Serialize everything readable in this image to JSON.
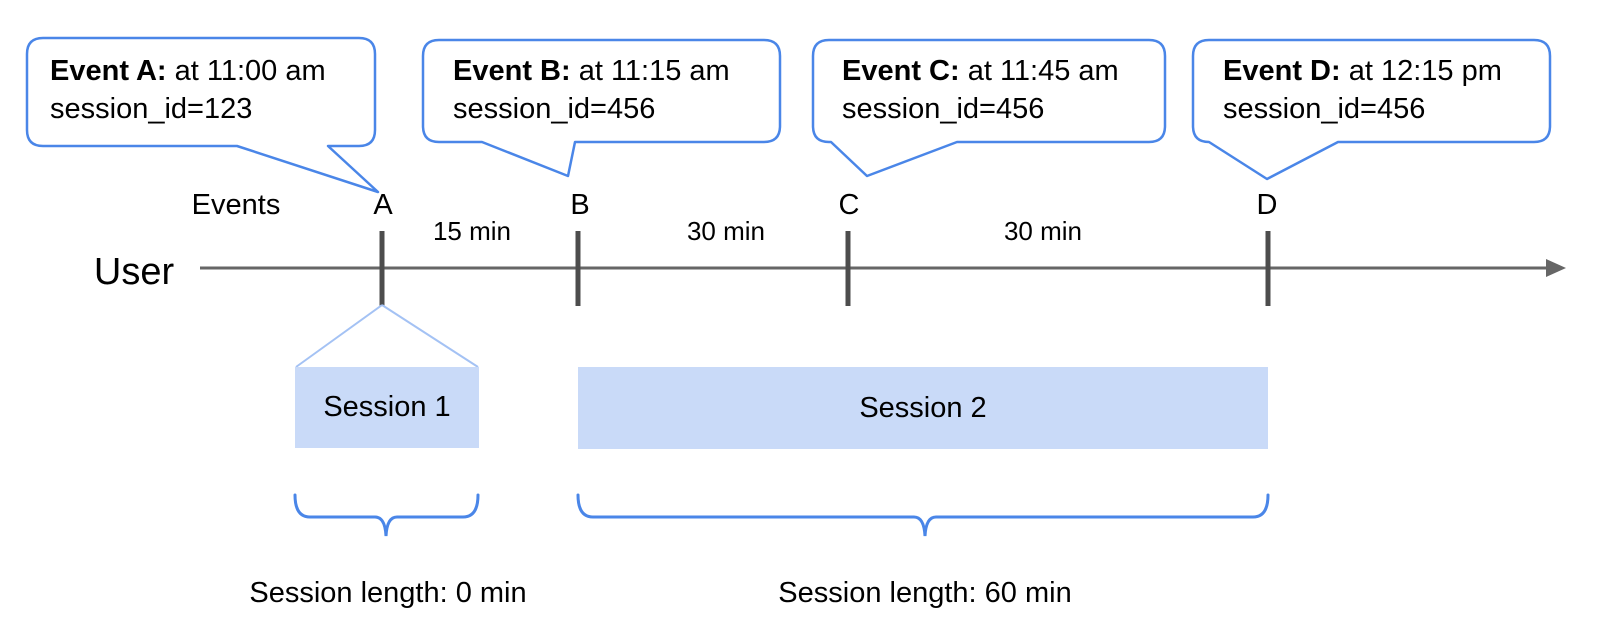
{
  "colors": {
    "bubble_border": "#4a86e8",
    "session_fill": "#c9daf8",
    "funnel_line": "#a4c2f4",
    "axis_line": "#666666",
    "tick": "#4d4d4d",
    "brace": "#4a86e8",
    "text": "#000000"
  },
  "callouts": [
    {
      "event": "Event A:",
      "detail": " at 11:00 am",
      "session": "session_id=123"
    },
    {
      "event": "Event B:",
      "detail": " at 11:15 am",
      "session": "session_id=456"
    },
    {
      "event": "Event C:",
      "detail": " at 11:45 am",
      "session": "session_id=456"
    },
    {
      "event": "Event D:",
      "detail": " at 12:15 pm",
      "session": "session_id=456"
    }
  ],
  "timeline": {
    "events_label": "Events",
    "user_label": "User",
    "markers": [
      "A",
      "B",
      "C",
      "D"
    ],
    "gaps": [
      "15 min",
      "30 min",
      "30 min"
    ]
  },
  "sessions": [
    {
      "label": "Session 1",
      "length": "Session length: 0 min"
    },
    {
      "label": "Session 2",
      "length": "Session length: 60 min"
    }
  ]
}
